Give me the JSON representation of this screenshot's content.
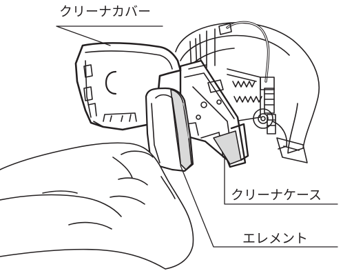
{
  "labels": {
    "cleaner_cover": "クリーナカバー",
    "cleaner_case": "クリーナケース",
    "element": "エレメント"
  },
  "colors": {
    "ink": "#231f20",
    "shade": "#d9d9d9",
    "shade_dark": "#b3b3b3",
    "background": "#ffffff"
  }
}
